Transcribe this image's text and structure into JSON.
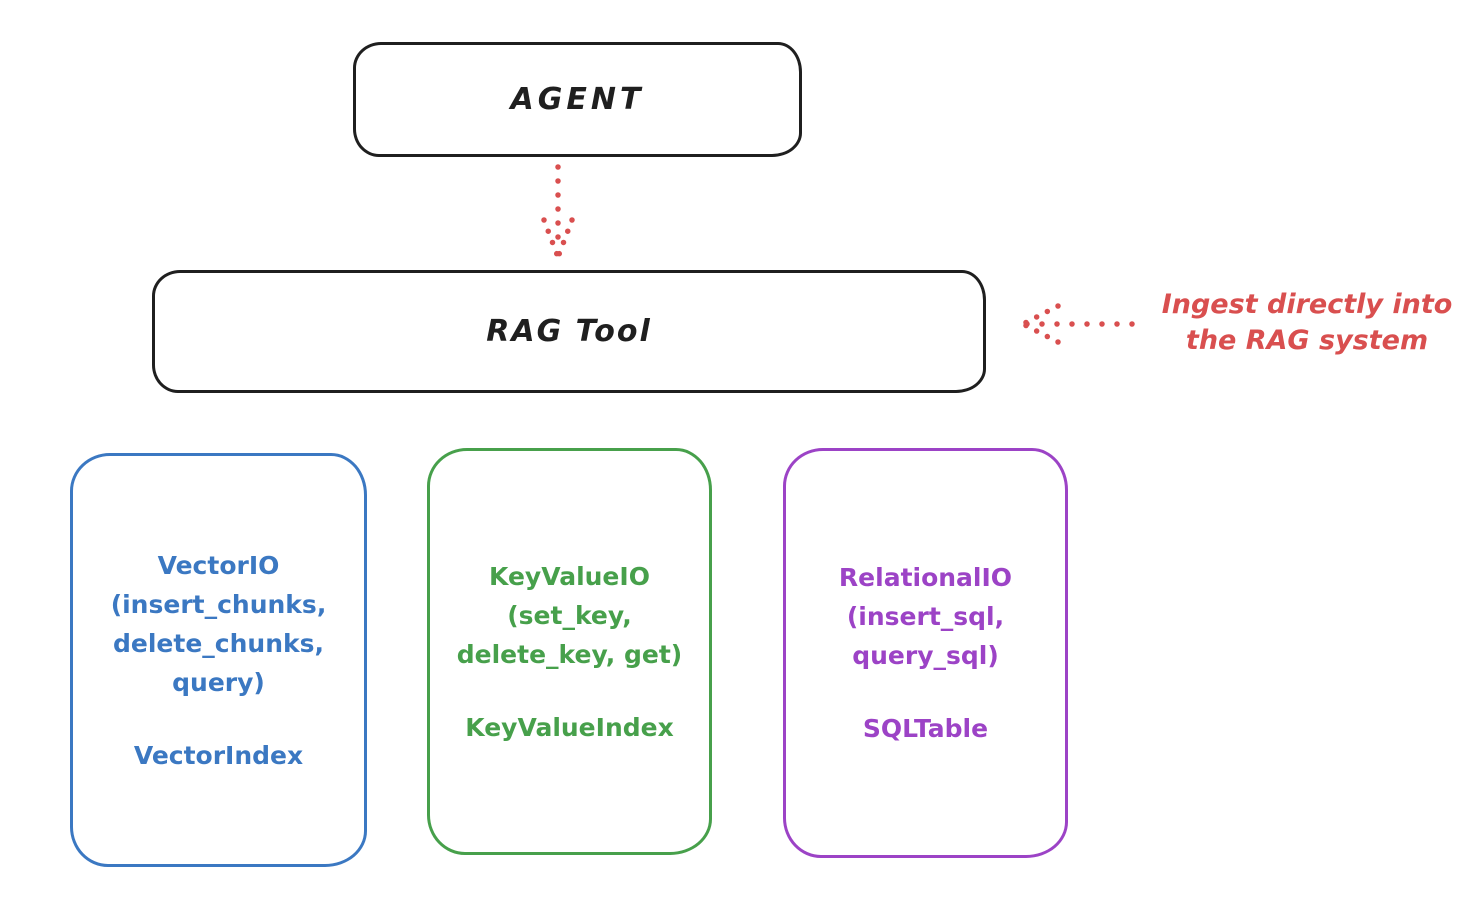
{
  "canvas": {
    "background": "#ffffff",
    "ink_color": "#1f1f1f",
    "accent_red": "#d94f4f"
  },
  "agent_box": {
    "label": "AGENT"
  },
  "rag_tool_box": {
    "label": "RAG Tool"
  },
  "annotation": {
    "line1": "Ingest directly into",
    "line2": "the RAG system",
    "color": "#d94f4f"
  },
  "arrows": {
    "agent_to_rag": {
      "color": "#d94f4f",
      "style": "dotted",
      "direction": "down"
    },
    "annotation_to_rag": {
      "color": "#d94f4f",
      "style": "dotted",
      "direction": "left"
    }
  },
  "io_boxes": [
    {
      "name": "vector-io",
      "color": "#3b78c2",
      "lines": [
        "VectorIO",
        "(insert_chunks,",
        "delete_chunks,",
        "query)"
      ],
      "index_label": "VectorIndex"
    },
    {
      "name": "keyvalue-io",
      "color": "#47a04b",
      "lines": [
        "KeyValueIO",
        "(set_key,",
        "delete_key, get)"
      ],
      "index_label": "KeyValueIndex"
    },
    {
      "name": "relational-io",
      "color": "#9c43c6",
      "lines": [
        "RelationalIO",
        "(insert_sql,",
        "query_sql)"
      ],
      "index_label": "SQLTable"
    }
  ]
}
